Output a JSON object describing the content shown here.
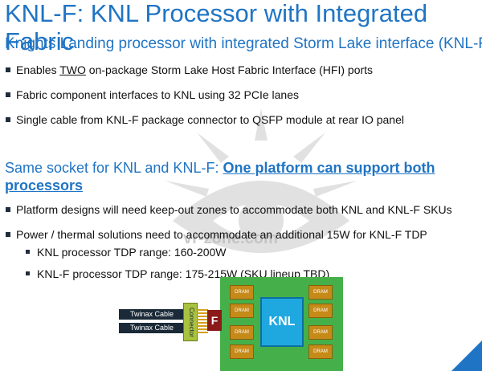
{
  "title": "KNL-F:  KNL Processor with Integrated",
  "title_wrap": "Fabric",
  "subhead": "Knights Landing processor with integrated Storm Lake interface (KNL-F)",
  "bullets1": [
    {
      "pre": "Enables ",
      "u": "TWO",
      "post": " on-package Storm Lake Host Fabric Interface (HFI) ports"
    },
    {
      "text": "Fabric component interfaces to KNL using 32 PCIe lanes"
    },
    {
      "text": "Single cable from KNL-F package connector to QSFP module at rear IO panel"
    }
  ],
  "section": {
    "pre": "Same socket for KNL and KNL-F:  ",
    "em": "One platform can support both processors"
  },
  "bullets2": [
    "Platform designs will need keep-out zones to accommodate both KNL and KNL-F SKUs",
    "Power / thermal solutions need to accommodate an additional 15W for KNL-F TDP"
  ],
  "sub_bullets": [
    "KNL processor TDP range: 160-200W",
    "KNL-F processor TDP range:  175-215W (SKU lineup TBD)"
  ],
  "watermark": "vr-zone.com",
  "diagram": {
    "cable1": "Twinax Cable",
    "cable2": "Twinax Cable",
    "connector": "Connector",
    "fabric": "F",
    "dram": "DRAM",
    "knl": "KNL"
  }
}
